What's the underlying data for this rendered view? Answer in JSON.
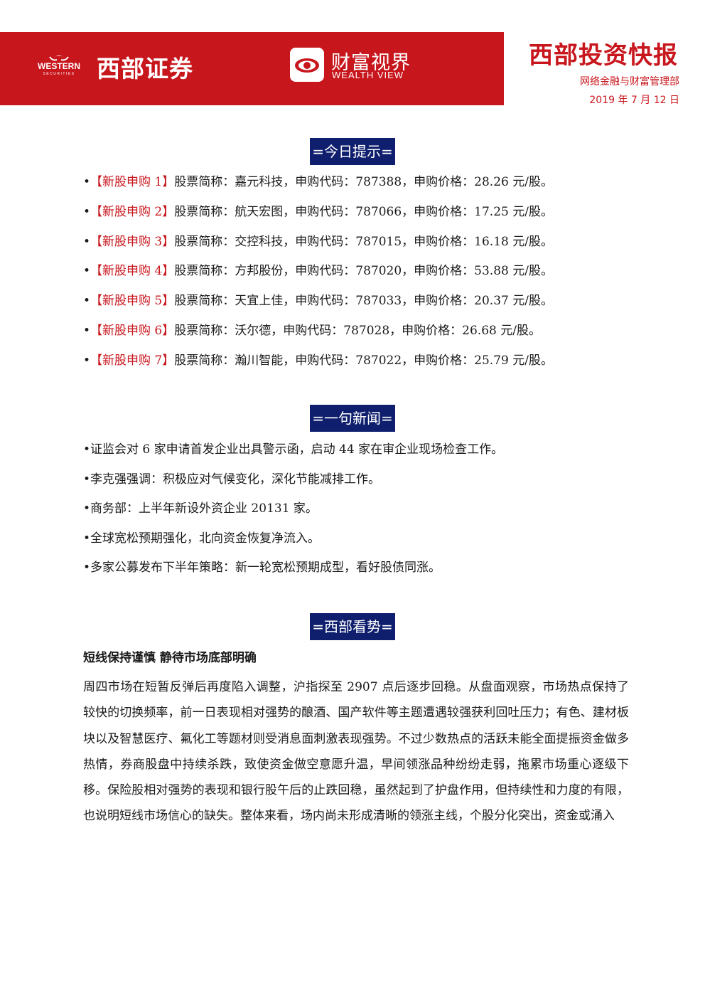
{
  "header": {
    "western_logo_text": "WESTERN",
    "western_logo_sub": "SECURITIES",
    "brand_cn": "西部证券",
    "wealth_view_cn": "财富视界",
    "wealth_view_en": "WEALTH VIEW",
    "report_title": "西部投资快报",
    "department": "网络金融与财富管理部",
    "date": "2019 年 7 月 12 日",
    "brand_color": "#c8161d",
    "heading_color": "#0f1f6e"
  },
  "sections": {
    "today": "=今日提示=",
    "news": "=一句新闻=",
    "view": "=西部看势="
  },
  "ipo_items": [
    {
      "tag": "【新股申购 1】",
      "text": "股票简称：嘉元科技，申购代码：787388，申购价格：28.26 元/股。"
    },
    {
      "tag": "【新股申购 2】",
      "text": "股票简称：航天宏图，申购代码：787066，申购价格：17.25 元/股。"
    },
    {
      "tag": "【新股申购 3】",
      "text": "股票简称：交控科技，申购代码：787015，申购价格：16.18 元/股。"
    },
    {
      "tag": "【新股申购 4】",
      "text": "股票简称：方邦股份，申购代码：787020，申购价格：53.88 元/股。"
    },
    {
      "tag": "【新股申购 5】",
      "text": "股票简称：天宜上佳，申购代码：787033，申购价格：20.37 元/股。"
    },
    {
      "tag": "【新股申购 6】",
      "text": "股票简称：沃尔德，申购代码：787028，申购价格：26.68 元/股。"
    },
    {
      "tag": "【新股申购 7】",
      "text": "股票简称：瀚川智能，申购代码：787022，申购价格：25.79 元/股。"
    }
  ],
  "news_items": [
    "证监会对 6 家申请首发企业出具警示函，启动 44 家在审企业现场检查工作。",
    "李克强强调：积极应对气候变化，深化节能减排工作。",
    "商务部：上半年新设外资企业 20131 家。",
    "全球宽松预期强化，北向资金恢复净流入。",
    "多家公募发布下半年策略：新一轮宽松预期成型，看好股债同涨。"
  ],
  "analysis": {
    "title": "短线保持谨慎 静待市场底部明确",
    "body": "周四市场在短暂反弹后再度陷入调整，沪指探至 2907 点后逐步回稳。从盘面观察，市场热点保持了较快的切换频率，前一日表现相对强势的酿酒、国产软件等主题遭遇较强获利回吐压力；有色、建材板块以及智慧医疗、氟化工等题材则受消息面刺激表现强势。不过少数热点的活跃未能全面提振资金做多热情，券商股盘中持续杀跌，致使资金做空意愿升温，早间领涨品种纷纷走弱，拖累市场重心逐级下移。保险股相对强势的表现和银行股午后的止跌回稳，虽然起到了护盘作用，但持续性和力度的有限，也说明短线市场信心的缺失。整体来看，场内尚未形成清晰的领涨主线，个股分化突出，资金或涌入"
  }
}
